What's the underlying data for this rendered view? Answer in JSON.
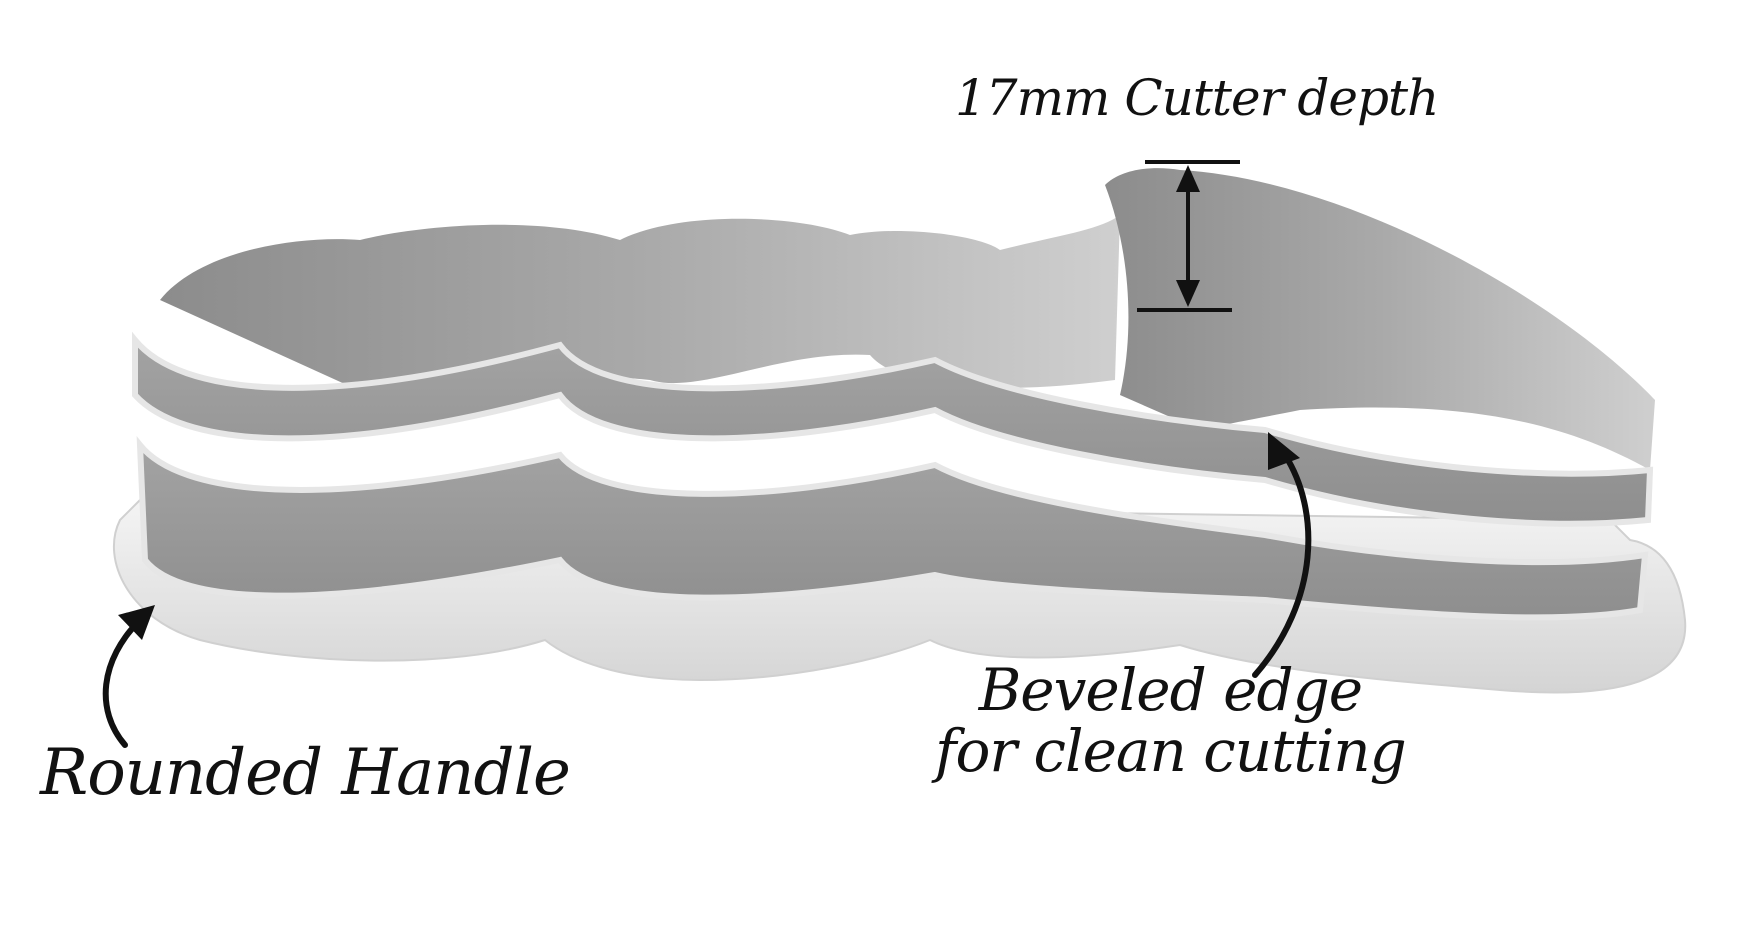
{
  "annotations": {
    "depth_label": "17mm Cutter depth",
    "handle_label": "Rounded Handle",
    "bevel_label_line1": "Beveled edge",
    "bevel_label_line2": "for clean cutting"
  },
  "colors": {
    "background": "#ffffff",
    "wall_shade": "#9a9a9a",
    "wall_light": "#c2c2c2",
    "base": "#ececec",
    "ink": "#111111"
  },
  "icons": [
    "curved-arrow-icon",
    "dimension-arrow-icon"
  ]
}
